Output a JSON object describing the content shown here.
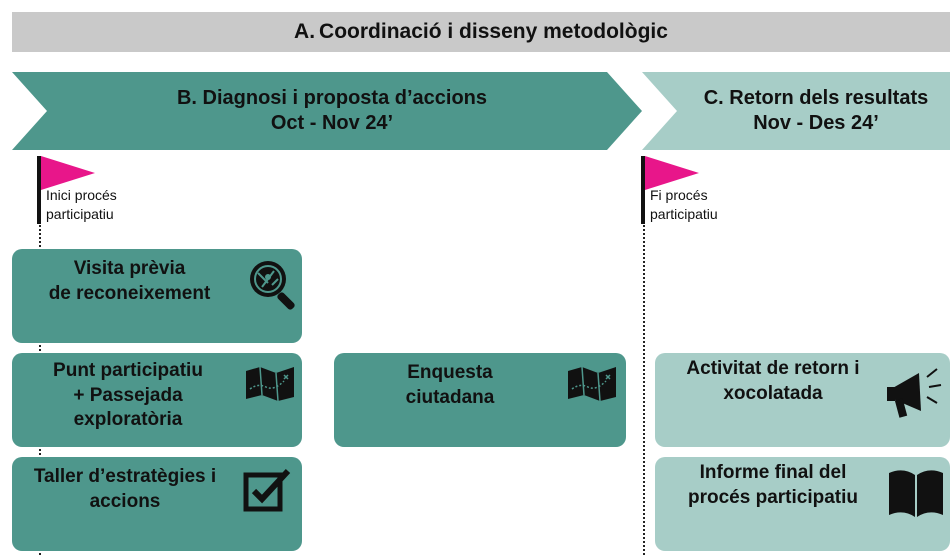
{
  "phase_a": {
    "letter": "A.",
    "title": "Coordinació i disseny metodològic"
  },
  "phase_b": {
    "letter": "B.",
    "title": "Diagnosi i proposta d’accions",
    "dates": "Oct - Nov 24’"
  },
  "phase_c": {
    "letter": "C.",
    "title": "Retorn dels resultats",
    "dates": "Nov - Des 24’"
  },
  "milestones": {
    "start": "Inici procés\nparticipatiu",
    "end": "Fi procés\nparticipatiu"
  },
  "cards": {
    "visita": "Visita prèvia\nde reconeixement",
    "punt": "Punt participatiu\n+ Passejada\nexploratòria",
    "taller": "Taller d’estratègies i\naccions",
    "enquesta": "Enquesta\nciutadana",
    "activitat": "Activitat de retorn i\nxocolatada",
    "informe": "Informe final del\nprocés participatiu"
  },
  "colors": {
    "phase_b": "#4e978c",
    "phase_c": "#a7cdc7",
    "phase_a": "#c9c9c9",
    "flag": "#e8168a"
  },
  "icons": {
    "visita": "magnifier-map-icon",
    "punt": "folded-map-icon",
    "taller": "checkbox-icon",
    "enquesta": "folded-map-icon",
    "activitat": "megaphone-icon",
    "informe": "open-book-icon"
  }
}
